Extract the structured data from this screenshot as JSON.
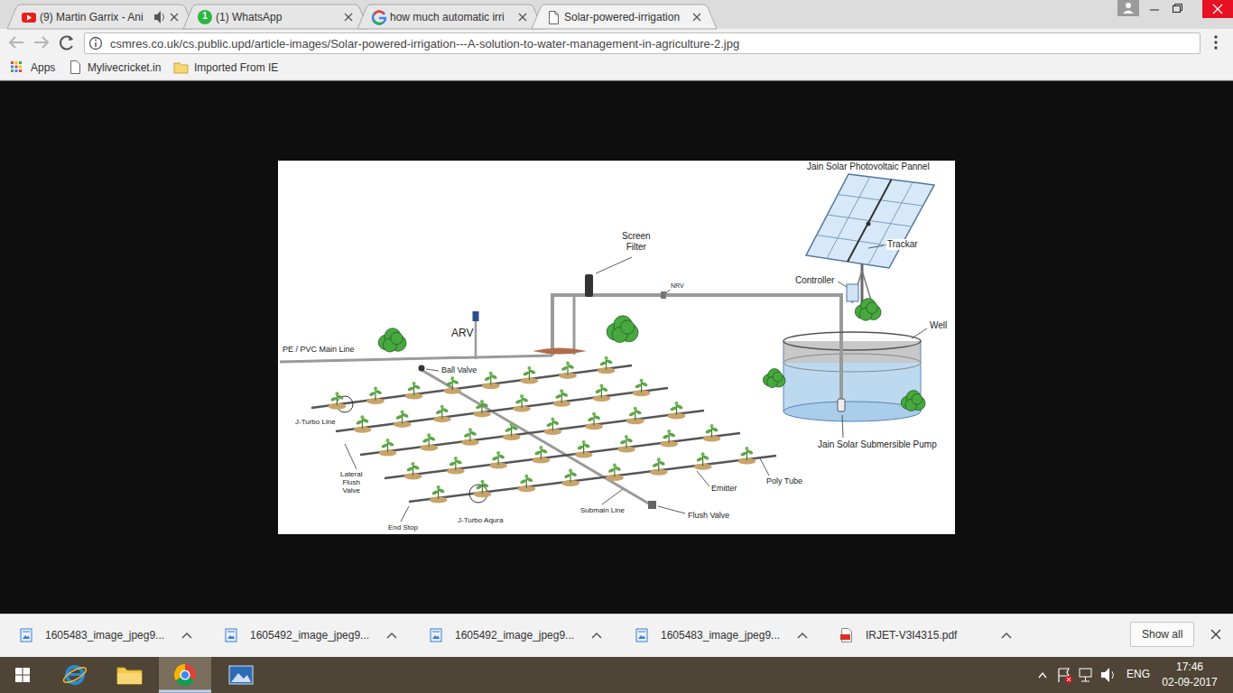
{
  "diagram": {
    "nodes": [
      {
        "text": [
          "(9) Martin Garrix - Ani"
        ]
      },
      {
        "text": [
          "(1) WhatsApp"
        ]
      },
      {
        "text": [
          "how much automatic irri"
        ]
      },
      {
        "text": [
          "Solar-powered-irrigation"
        ]
      },
      {
        "text": [
          "csmres.co.uk/cs.public.upd/article-images/Solar-powered-irrigation---A-solution-to-water-management-in-agriculture-2.jpg"
        ]
      },
      {
        "text": [
          "1605483_image_jpeg9..."
        ]
      },
      {
        "text": [
          "1605492_image_jpeg9..."
        ]
      },
      {
        "text": [
          "1605492_image_jpeg9..."
        ]
      },
      {
        "text": [
          "1605483_image_jpeg9..."
        ]
      },
      {
        "text": [
          "IRJET-V3I4315.pdf"
        ]
      },
      {
        "text": [
          "Show all"
        ]
      }
    ],
    "labels": [
      "1",
      "Apps",
      "Mylivecricket.in",
      "Imported From IE",
      "Jain Solar Photovoltaic Pannel",
      "Trackar",
      "Controller",
      "Well",
      "Screen Filter",
      "NRV",
      "ARV",
      "PE / PVC Main Line",
      "Ball Valve",
      "J-Turbo Line",
      "Lateral Flush Valve",
      "End Stop",
      "J-Turbo Aqura",
      "Submain Line",
      "Flush Valve",
      "Emitter",
      "Poly Tube",
      "Jain Solar Submersible Pump",
      "ENG",
      "17:46",
      "02-09-2017"
    ]
  }
}
